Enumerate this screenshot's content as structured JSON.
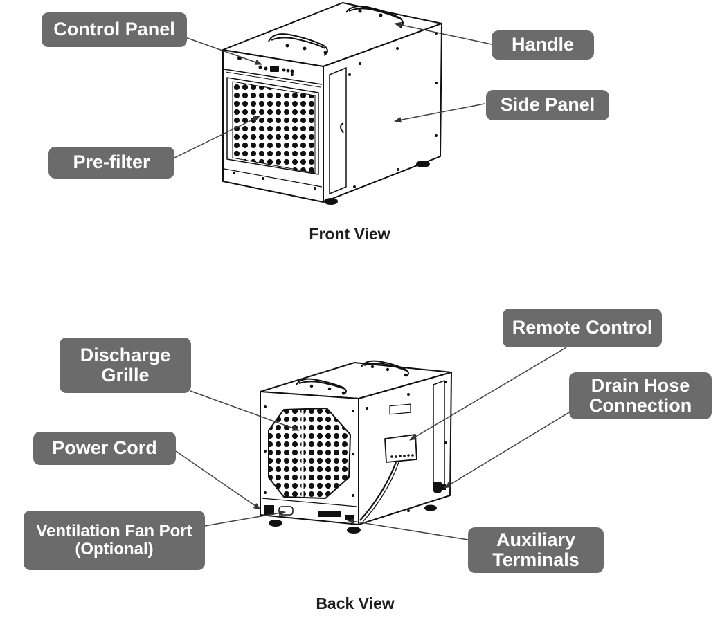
{
  "front_view": {
    "caption": "Front View",
    "labels": {
      "control_panel": "Control Panel",
      "handle": "Handle",
      "side_panel": "Side Panel",
      "pre_filter": "Pre-filter"
    }
  },
  "back_view": {
    "caption": "Back View",
    "labels": {
      "discharge_grille": [
        "Discharge",
        "Grille"
      ],
      "remote_control": "Remote Control",
      "drain_hose_connection": [
        "Drain Hose",
        "Connection"
      ],
      "power_cord": "Power Cord",
      "ventilation_fan_port": [
        "Ventilation Fan Port",
        "(Optional)"
      ],
      "auxiliary_terminals": [
        "Auxiliary",
        "Terminals"
      ]
    }
  }
}
